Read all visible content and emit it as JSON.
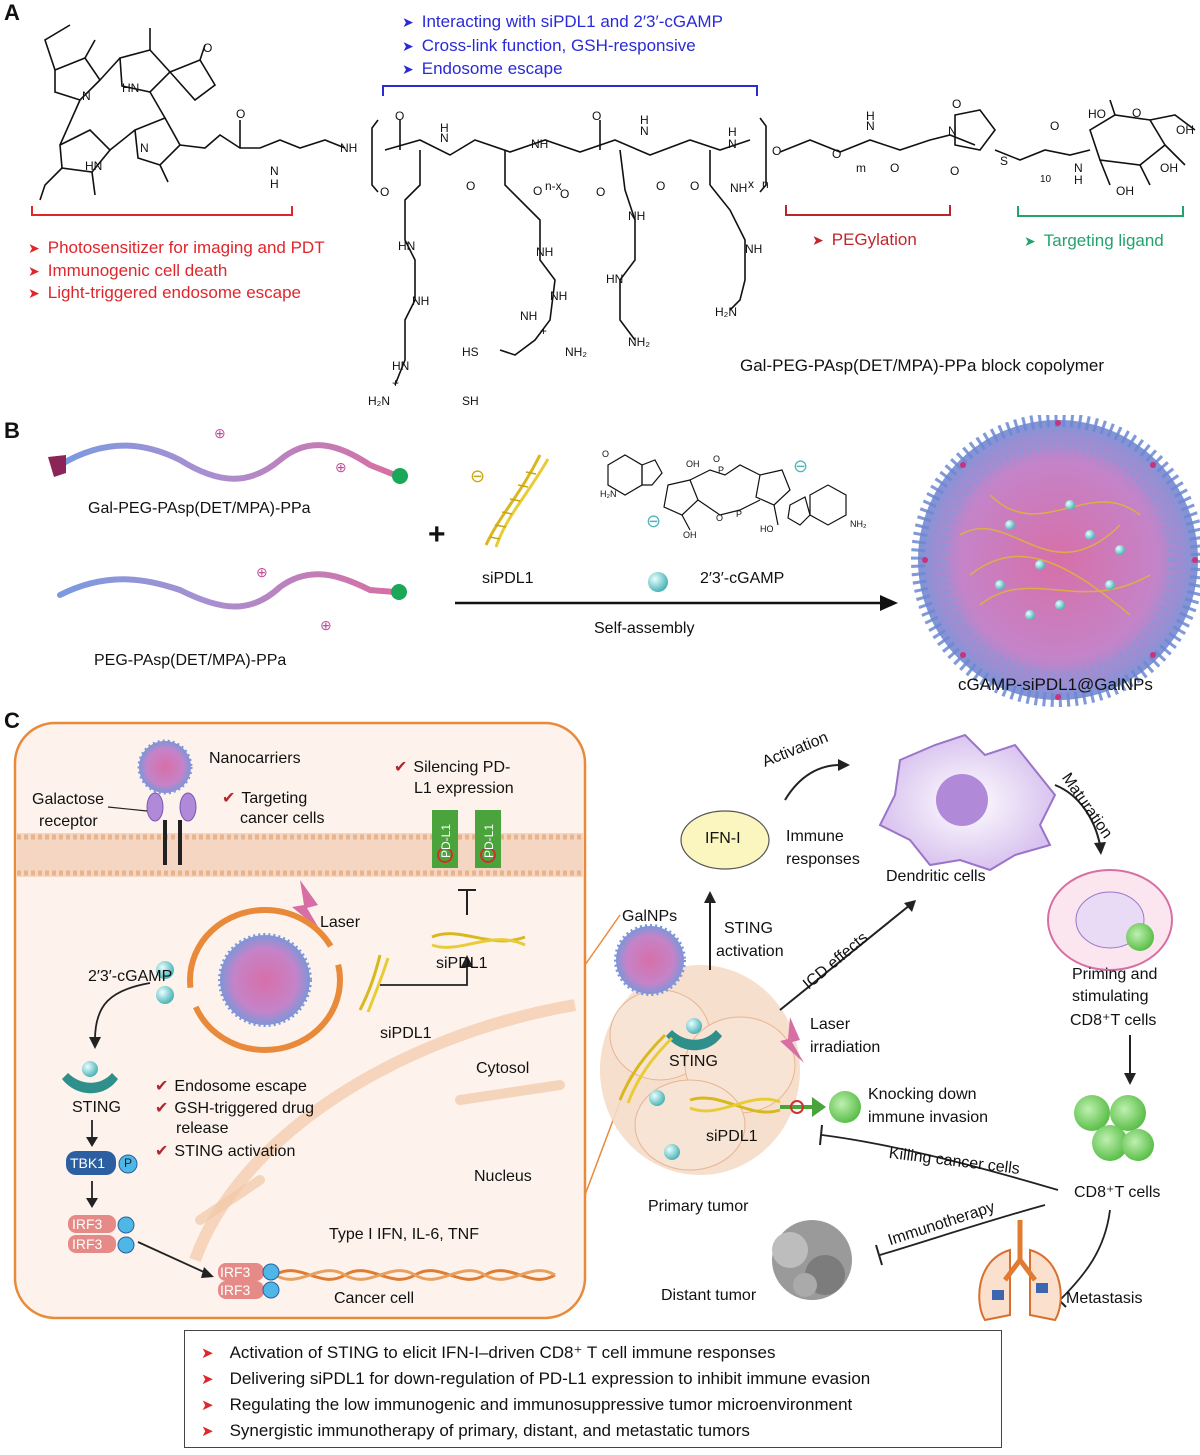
{
  "panelA": {
    "letter": "A",
    "blue_bullets": [
      "Interacting with siPDL1 and 2′3′-cGAMP",
      "Cross-link function, GSH-responsive",
      "Endosome escape"
    ],
    "red_bullets": [
      "Photosensitizer for imaging and PDT",
      "Immunogenic cell death",
      "Light-triggered endosome escape"
    ],
    "pegylation": "PEGylation",
    "targeting": "Targeting ligand",
    "copolymer": "Gal-PEG-PAsp(DET/MPA)-PPa block copolymer"
  },
  "panelB": {
    "letter": "B",
    "polymer1": "Gal-PEG-PAsp(DET/MPA)-PPa",
    "polymer2": "PEG-PAsp(DET/MPA)-PPa",
    "plus": "+",
    "sirna": "siPDL1",
    "cgamp": "2′3′-cGAMP",
    "arrow": "Self-assembly",
    "product": "cGAMP-siPDL1@GalNPs"
  },
  "panelC": {
    "letter": "C",
    "nanocarriers": "Nanocarriers",
    "galactose": "Galactose",
    "receptor": "receptor",
    "targeting1": "Targeting",
    "targeting2": "cancer cells",
    "silencing1": "Silencing PD-",
    "silencing2": "L1 expression",
    "pdl1": "PD-L1",
    "laser": "Laser",
    "cgamp": "2′3′-cGAMP",
    "sipdl1_a": "siPDL1",
    "sipdl1_b": "siPDL1",
    "sting": "STING",
    "tbk1": "TBK1",
    "p": "P",
    "irf3": "IRF3",
    "checks": [
      "Endosome escape",
      "GSH-triggered drug",
      "release",
      "STING activation"
    ],
    "cytosol": "Cytosol",
    "nucleus": "Nucleus",
    "cytokines": "Type I IFN,   IL-6, TNF",
    "cancer_cell": "Cancer cell",
    "galnps": "GalNPs",
    "ifn": "IFN-I",
    "immune1": "Immune",
    "immune2": "responses",
    "activation": "Activation",
    "dendritic": "Dendritic cells",
    "maturation": "Maturation",
    "sting_act1": "STING",
    "sting_act2": "activation",
    "icd": "ICD effects",
    "priming1": "Priming and",
    "priming2": "stimulating",
    "priming3": "CD8⁺T cells",
    "laser_irr1": "Laser",
    "laser_irr2": "irradiation",
    "sting_t": "STING",
    "sipdl1_t": "siPDL1",
    "knock1": "Knocking down",
    "knock2": "immune invasion",
    "killing": "Killing cancer cells",
    "cd8": "CD8⁺T cells",
    "primary": "Primary tumor",
    "immunotherapy": "Immunotherapy",
    "distant": "Distant tumor",
    "metastasis": "Metastasis"
  },
  "summary": [
    "Activation of STING to elicit IFN-I–driven CD8⁺ T cell immune responses",
    "Delivering siPDL1 for down-regulation of  PD-L1 expression to inhibit immune evasion",
    "Regulating the low immunogenic and immunosuppressive tumor microenvironment",
    "Synergistic immunotherapy of primary, distant, and metastatic tumors"
  ],
  "colors": {
    "red": "#e0262b",
    "blue": "#2a2ad8",
    "green": "#22a36b",
    "orange": "#e98a3b",
    "pink": "#d86fa4",
    "peg": "#6f8fd6"
  }
}
